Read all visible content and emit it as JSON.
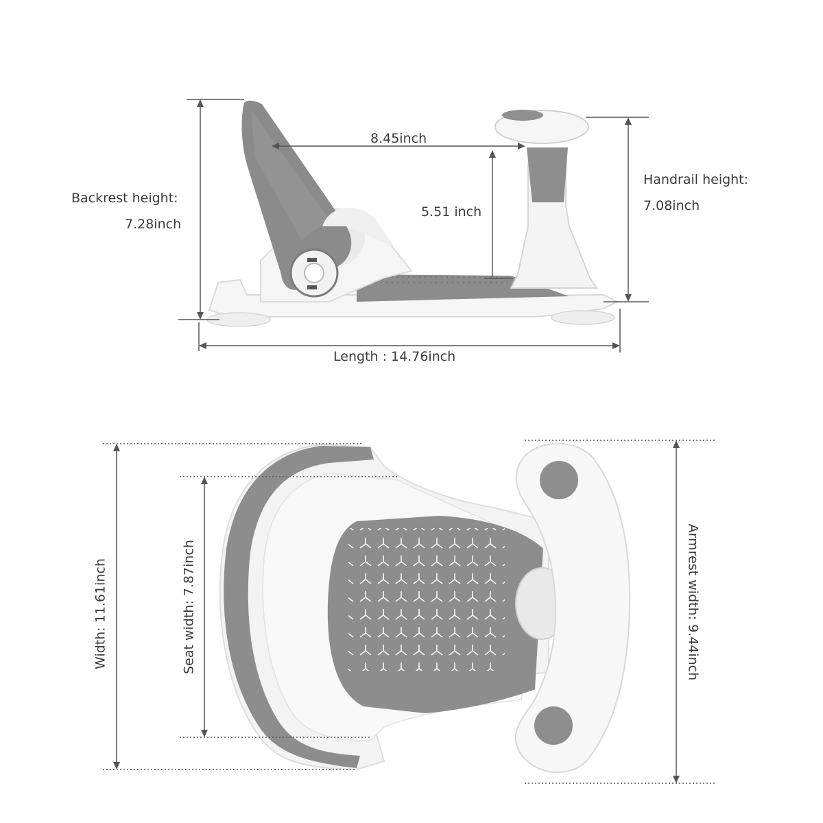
{
  "side_view": {
    "backrest_height_label": "Backrest height:",
    "backrest_height_value": "7.28inch",
    "seat_depth_value": "8.45inch",
    "seat_height_value": "5.51 inch",
    "handrail_height_label": "Handrail height:",
    "handrail_height_value": "7.08inch",
    "length_label": "Length : 14.76inch"
  },
  "top_view": {
    "width_label": "Width: 11.61inch",
    "seat_width_label": "Seat width: 7.87inch",
    "armrest_width_label": "Armrest width: 9.44inch"
  },
  "colors": {
    "seat_gray": "#8a8a8a",
    "body_white": "#f4f4f4",
    "line": "#555555"
  }
}
